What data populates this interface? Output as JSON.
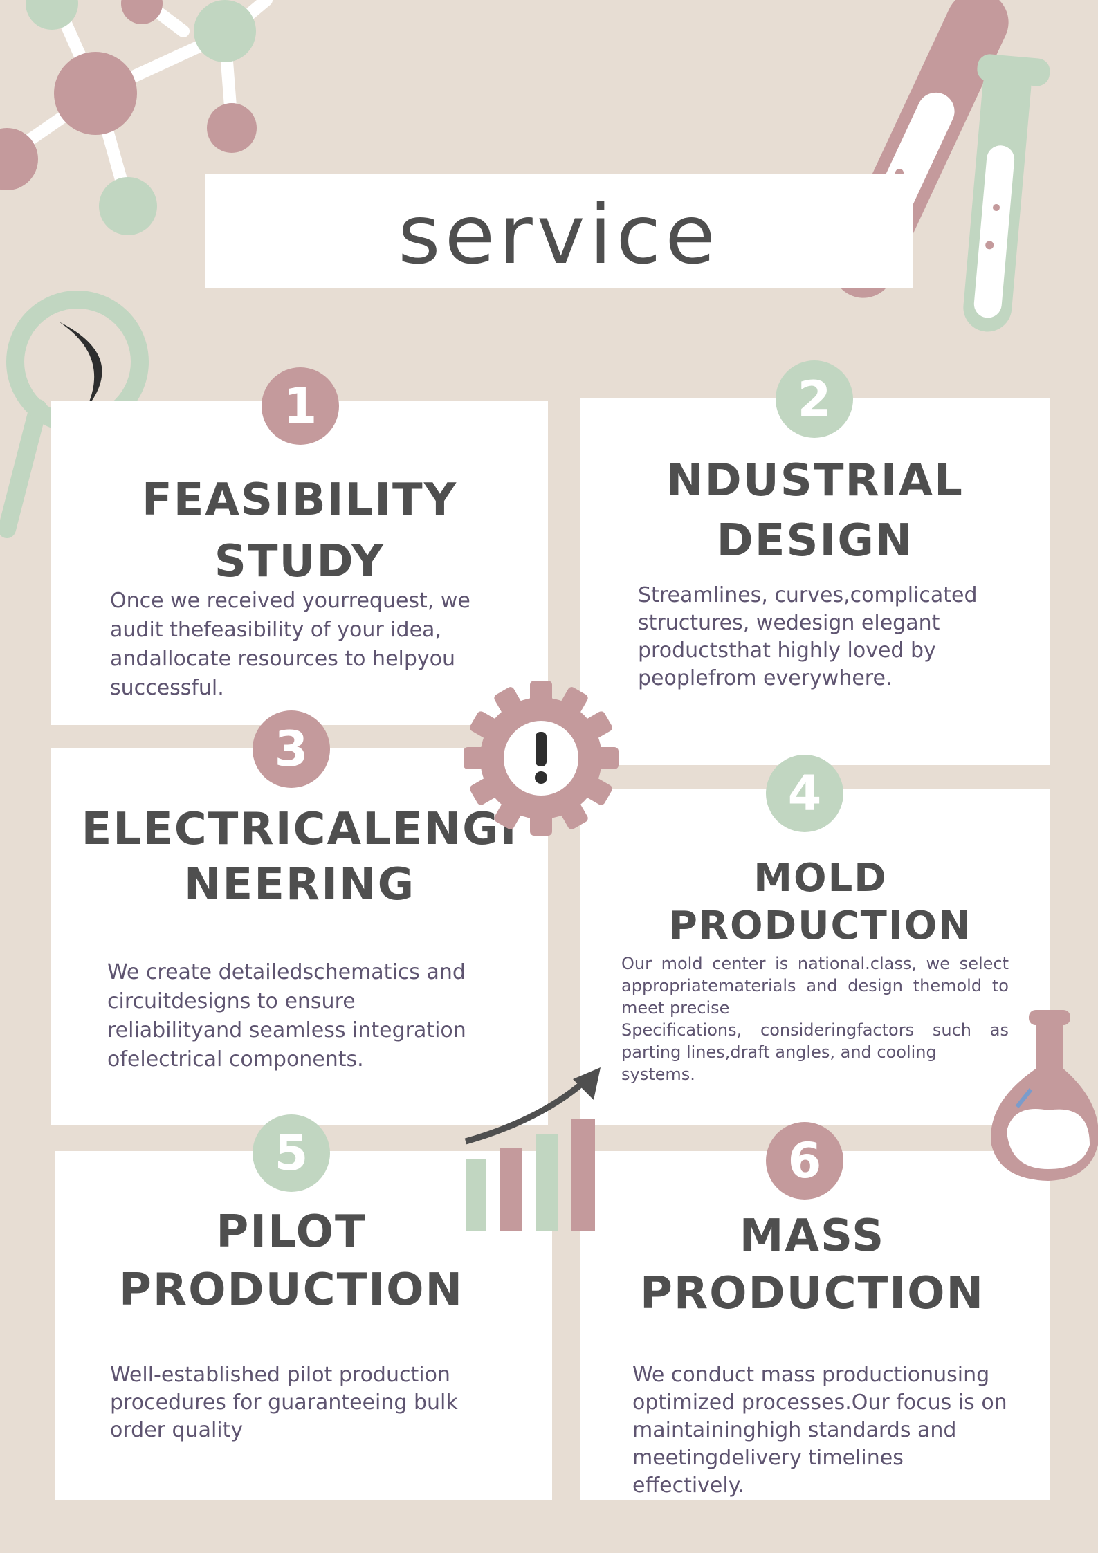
{
  "title": "service",
  "colors": {
    "background": "#e7ddd3",
    "pink": "#c49a9c",
    "green": "#c1d6c1",
    "heading": "#4f4f4f",
    "body": "#5e5470"
  },
  "cards": [
    {
      "number": "1",
      "heading_lines": [
        "FEASIBILITY",
        "STUDY"
      ],
      "body_lines": [
        "Once we received yourrequest, we",
        "audit thefeasibility of your idea,",
        "andallocate resources to helpyou",
        "successful."
      ]
    },
    {
      "number": "2",
      "heading_lines": [
        "NDUSTRIAL",
        "DESIGN"
      ],
      "body_lines": [
        "Streamlines, curves,complicated",
        "structures, wedesign elegant",
        "productsthat highly loved by",
        "peoplefrom everywhere."
      ]
    },
    {
      "number": "3",
      "heading_lines": [
        "ELECTRICALENGI",
        "NEERING"
      ],
      "body_lines": [
        "We create detailedschematics and",
        "circuitdesigns to ensure",
        "reliabilityand seamless integration",
        "ofelectrical components."
      ]
    },
    {
      "number": "4",
      "heading_lines": [
        "MOLD",
        "PRODUCTION"
      ],
      "body_lines": [
        "Our mold center is national.class, we select",
        "appropriatematerials and design themold to",
        "meet precise",
        "Specifications, consideringfactors such as",
        "parting lines,draft angles, and cooling",
        "systems."
      ]
    },
    {
      "number": "5",
      "heading_lines": [
        "PILOT",
        "PRODUCTION"
      ],
      "body_lines": [
        "Well-established pilot production",
        "procedures for guaranteeing bulk",
        "order quality"
      ]
    },
    {
      "number": "6",
      "heading_lines": [
        "MASS",
        "PRODUCTION"
      ],
      "body_lines": [
        "We conduct mass productionusing",
        "optimized processes.Our focus is on",
        "maintaininghigh standards and",
        "meetingdelivery timelines",
        "effectively."
      ]
    }
  ],
  "icons": [
    "molecule-icon",
    "test-tube-icon",
    "magnifier-icon",
    "gear-warning-icon",
    "growth-chart-icon",
    "flask-icon"
  ]
}
